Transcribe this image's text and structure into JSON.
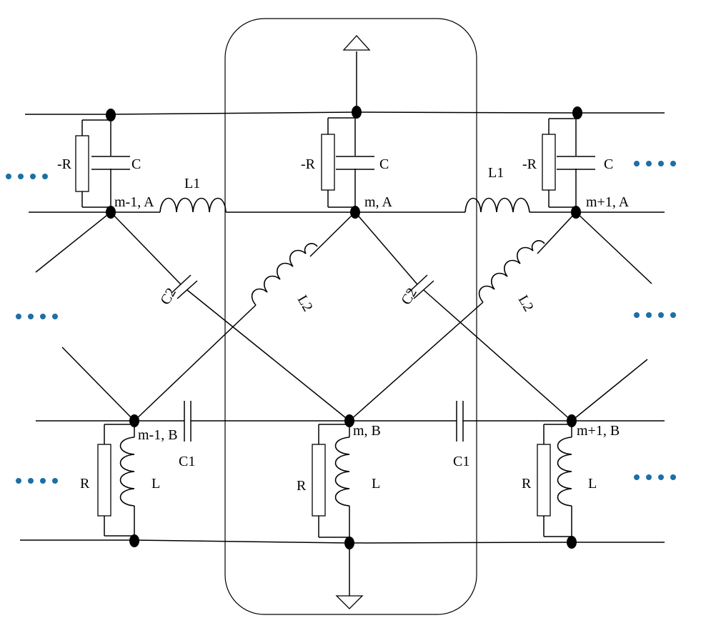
{
  "labels": {
    "neg_r": "-R",
    "c": "C",
    "r": "R",
    "l": "L",
    "l1": "L1",
    "l2": "L2",
    "c1": "C1",
    "c2": "C2",
    "node_a_prev": "m-1, A",
    "node_a_cur": "m, A",
    "node_a_next": "m+1, A",
    "node_b_prev": "m-1, B",
    "node_b_cur": "m, B",
    "node_b_next": "m+1, B"
  },
  "ellipsis_groups": 6,
  "colors": {
    "line": "#000000",
    "ellipsis": "#1d6fa5",
    "background": "#ffffff"
  }
}
